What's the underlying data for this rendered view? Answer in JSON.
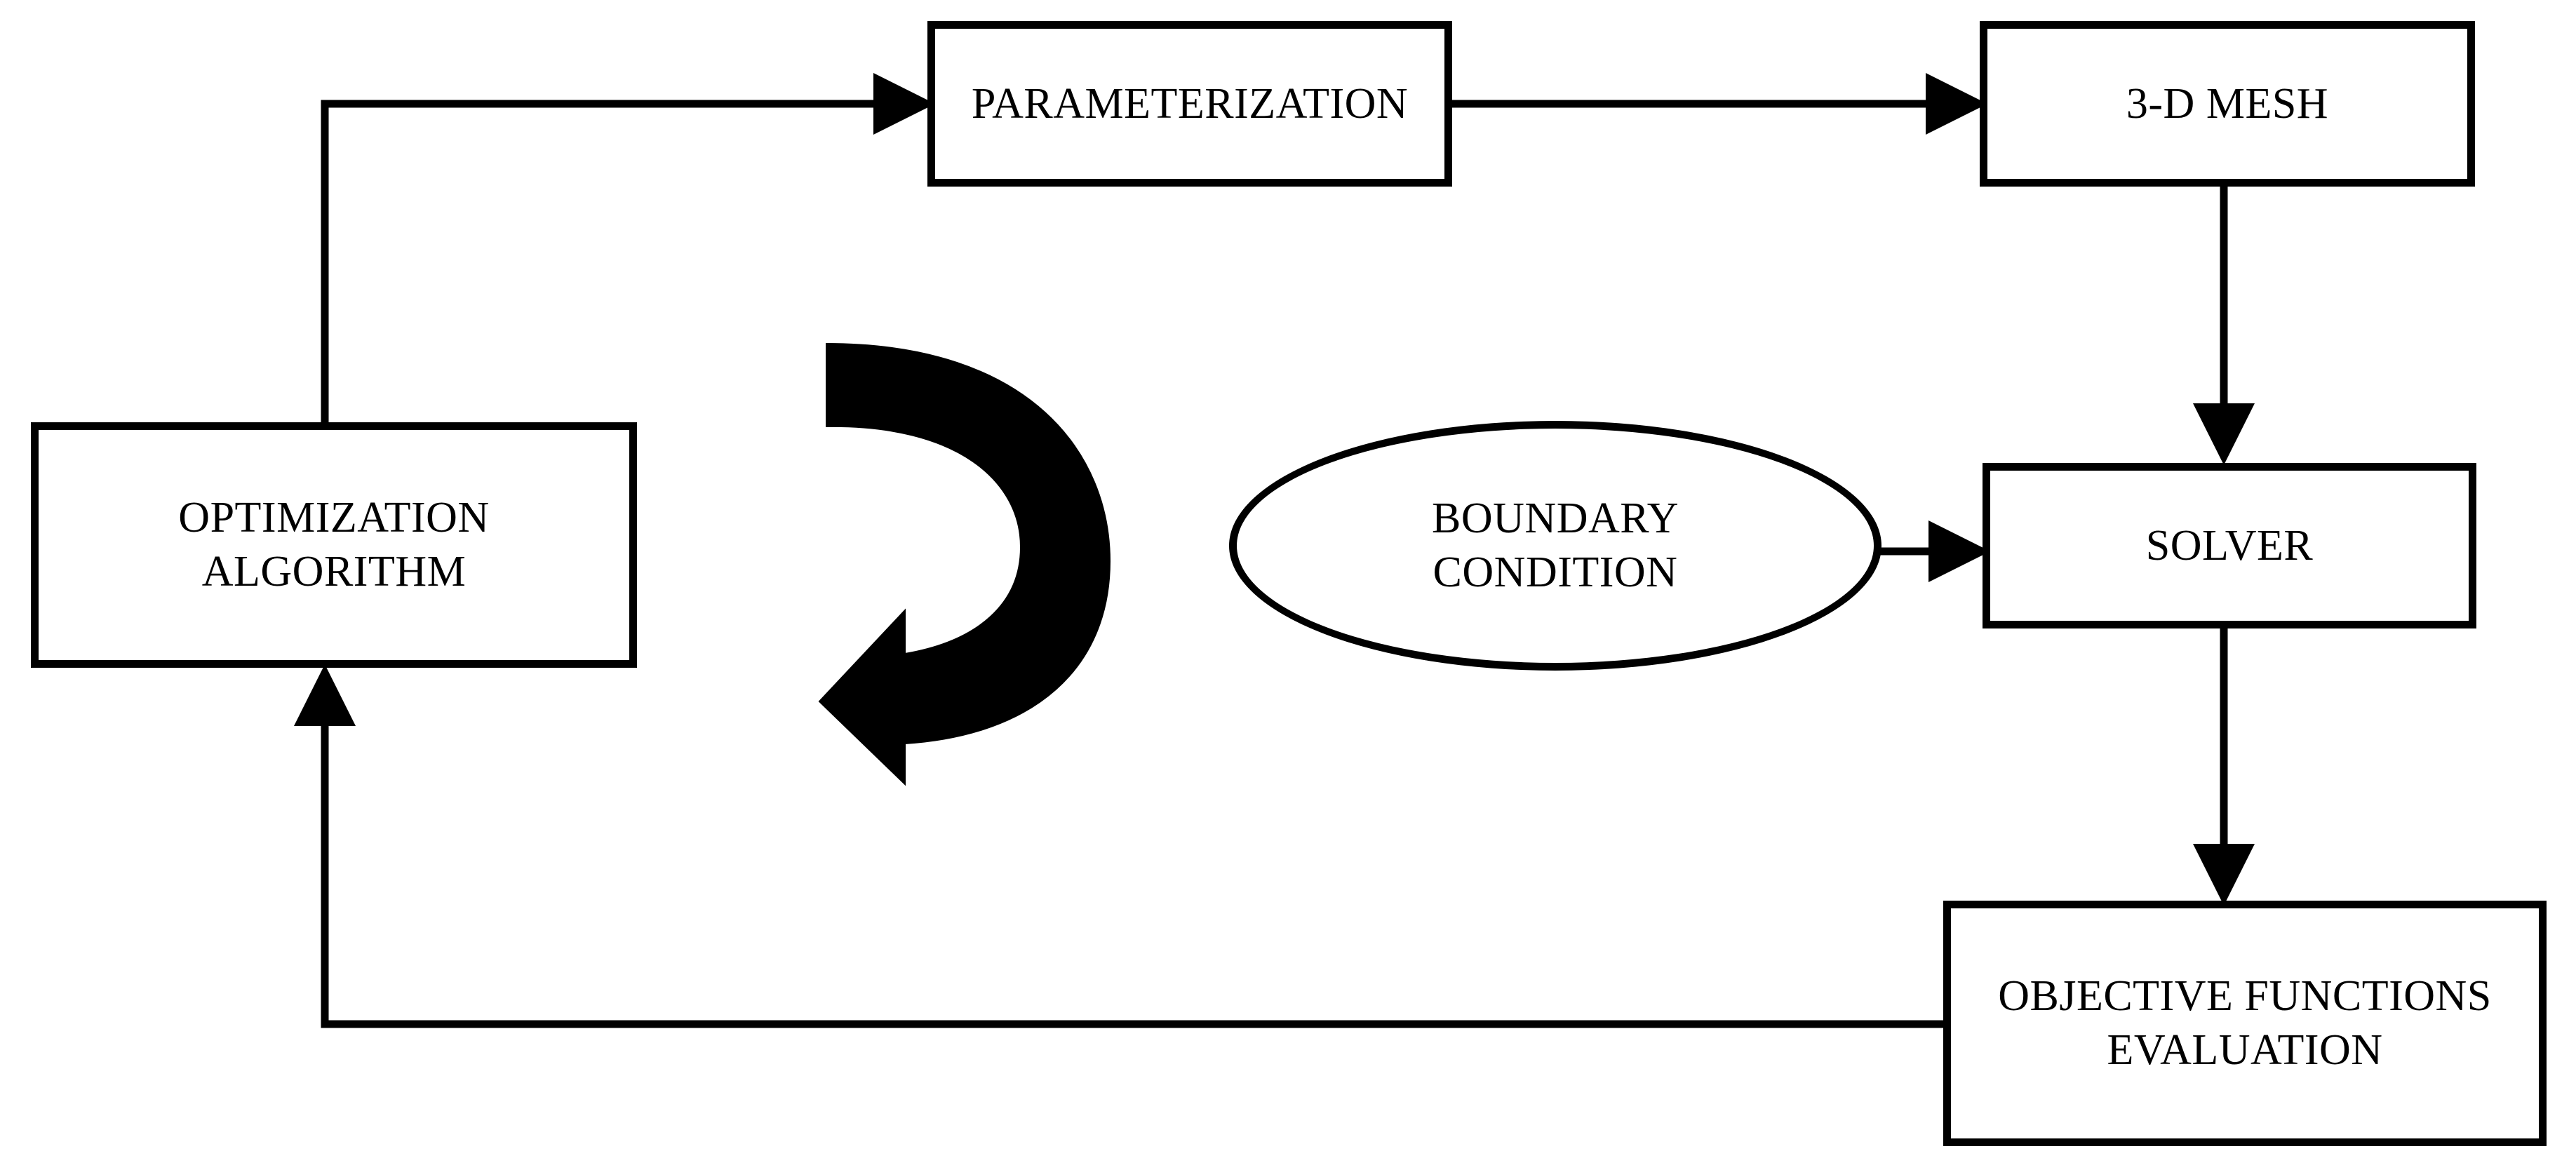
{
  "diagram": {
    "nodes": {
      "parameterization": {
        "lines": [
          "PARAMETERIZATION"
        ]
      },
      "mesh": {
        "lines": [
          "3-D MESH"
        ]
      },
      "optimization": {
        "lines": [
          "OPTIMIZATION",
          "ALGORITHM"
        ]
      },
      "boundary": {
        "lines": [
          "BOUNDARY",
          "CONDITION"
        ]
      },
      "solver": {
        "lines": [
          "SOLVER"
        ]
      },
      "objective": {
        "lines": [
          "OBJECTIVE FUNCTIONS",
          "EVALUATION"
        ]
      }
    },
    "edges": [
      {
        "from": "optimization",
        "to": "parameterization"
      },
      {
        "from": "parameterization",
        "to": "mesh"
      },
      {
        "from": "mesh",
        "to": "solver"
      },
      {
        "from": "boundary",
        "to": "solver"
      },
      {
        "from": "solver",
        "to": "objective"
      },
      {
        "from": "objective",
        "to": "optimization"
      }
    ],
    "loop_indicator": "clockwise-curved-arrow",
    "colors": {
      "stroke": "#000000",
      "fill": "#ffffff"
    }
  }
}
